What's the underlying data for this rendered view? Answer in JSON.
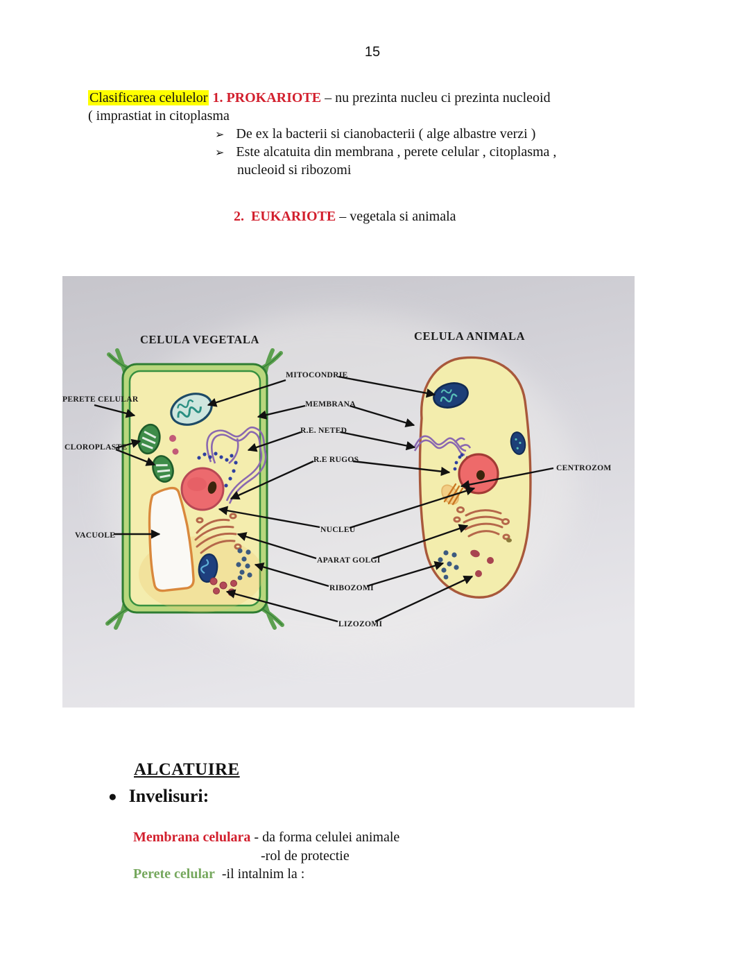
{
  "page_number": "15",
  "intro": {
    "highlight": "Clasificarea celulelor",
    "prok_label": "1. PROKARIOTE",
    "prok_rest": " – nu prezinta nucleu ci prezinta nucleoid",
    "prok_cont": "( imprastiat in citoplasma",
    "bullet_marker": "➢",
    "bullet1": "De ex la bacterii si cianobacterii ( alge albastre verzi )",
    "bullet2": "Este alcatuita din membrana , perete celular , citoplasma ,",
    "bullet2_cont": "nucleoid si ribozomi",
    "euk_label": "2.  EUKARIOTE",
    "euk_rest": " – vegetala si animala"
  },
  "diagram": {
    "title_left": "CELULA VEGETALA",
    "title_right": "CELULA ANIMALA",
    "labels": {
      "perete": "PERETE CELULAR",
      "cloroplaste": "CLOROPLASTE",
      "vacuole": "VACUOLE",
      "mitocondrie": "MITOCONDRIE",
      "membrana": "MEMBRANA",
      "re_neted": "R.E. NETED",
      "re_rugos": "R.E RUGOS",
      "nucleu": "NUCLEU",
      "aparat_golgi": "APARAT GOLGI",
      "ribozomi": "RIBOZOMI",
      "lizozomi": "LIZOZOMI",
      "centrozom": "CENTROZOM"
    }
  },
  "section": {
    "heading": "ALCATUIRE",
    "bullet_char": "●",
    "bullet_label": "Invelisuri:",
    "membrana_term": "Membrana celulara",
    "membrana_rest": " - da forma celulei animale",
    "membrana_rest2": "-rol de protectie",
    "perete_term": "Perete celular",
    "perete_rest": "  -il intalnim la :"
  },
  "colors": {
    "highlight": "#ffff00",
    "accent_red": "#d21f2d",
    "accent_green": "#76a85e",
    "cell_wall_green": "#b9d77d",
    "cytoplasm_yellow": "#f4edae",
    "animal_membrane_brown": "#a8583b",
    "er_purple": "#8a68b0",
    "nucleus_red": "#ec6a6e"
  }
}
